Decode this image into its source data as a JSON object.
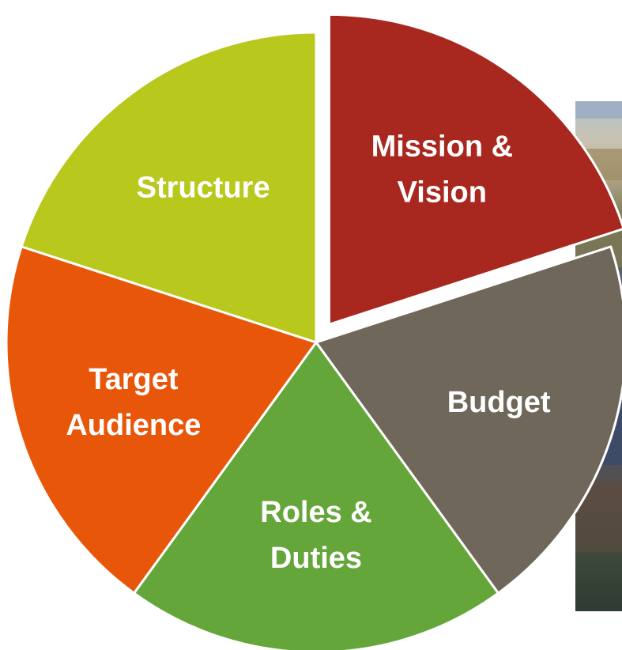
{
  "diagram": {
    "type": "exploded-pie",
    "segments": [
      {
        "id": "mission",
        "lines": [
          "Mission &",
          "Vision"
        ],
        "color": "#A8281F",
        "text_color": "#FFFFFF",
        "exploded": true
      },
      {
        "id": "budget",
        "lines": [
          "Budget"
        ],
        "color": "#6F675A",
        "text_color": "#FFFFFF",
        "exploded": false
      },
      {
        "id": "roles",
        "lines": [
          "Roles &",
          "Duties"
        ],
        "color": "#64A63A",
        "text_color": "#FFFFFF",
        "exploded": false
      },
      {
        "id": "target",
        "lines": [
          "Target",
          "Audience"
        ],
        "color": "#E8560A",
        "text_color": "#FFFFFF",
        "exploded": false
      },
      {
        "id": "structure",
        "lines": [
          "Structure"
        ],
        "color": "#B8C81C",
        "text_color": "#FFFFFF",
        "exploded": false
      }
    ]
  }
}
